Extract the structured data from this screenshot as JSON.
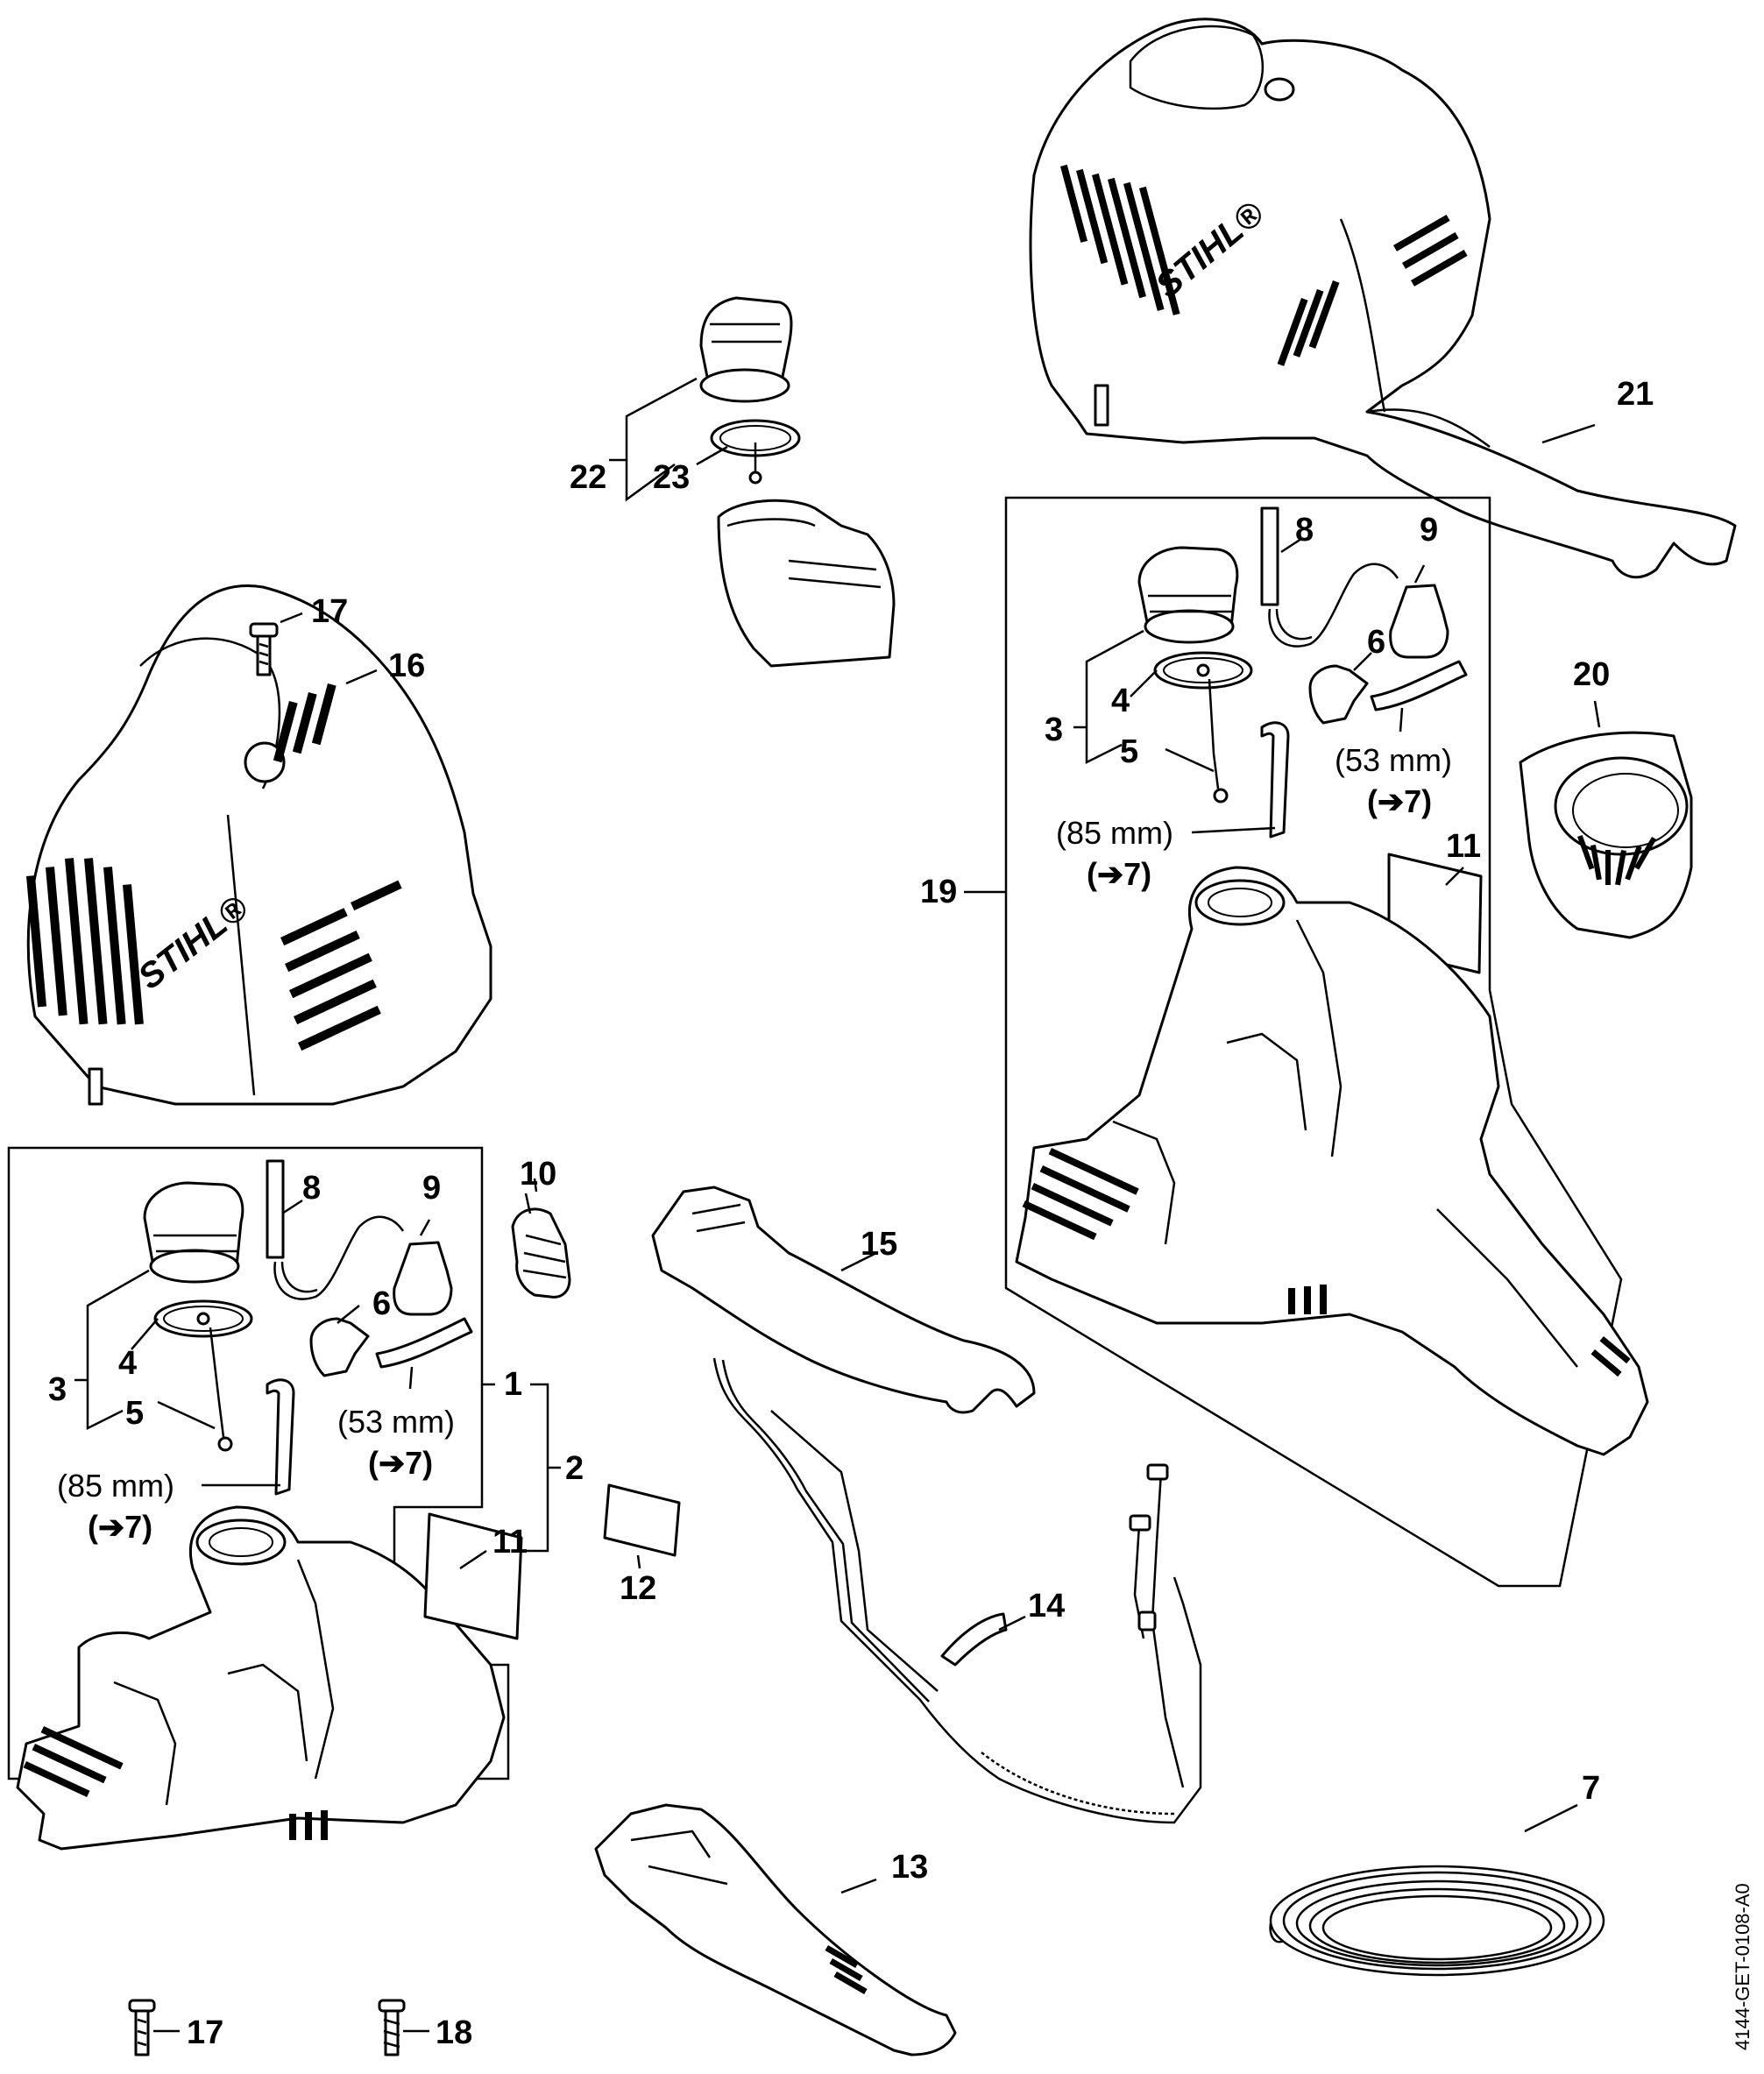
{
  "callouts": {
    "c1": "1",
    "c2": "2",
    "c3a": "3",
    "c3b": "3",
    "c4a": "4",
    "c4b": "4",
    "c5a": "5",
    "c5b": "5",
    "c6a": "6",
    "c6b": "6",
    "c7": "7",
    "c8a": "8",
    "c8b": "8",
    "c9a": "9",
    "c9b": "9",
    "c10": "10",
    "c11a": "11",
    "c11b": "11",
    "c12": "12",
    "c13": "13",
    "c14": "14",
    "c15": "15",
    "c16": "16",
    "c17a": "17",
    "c17b": "17",
    "c18": "18",
    "c19": "19",
    "c20": "20",
    "c21": "21",
    "c22": "22",
    "c23": "23"
  },
  "dimensions": {
    "d85a": "(85 mm)",
    "ref85a": "(➔7)",
    "d53a": "(53 mm)",
    "ref53a": "(➔7)",
    "d85b": "(85 mm)",
    "ref85b": "(➔7)",
    "d53b": "(53 mm)",
    "ref53b": "(➔7)"
  },
  "brand": {
    "logo_left": "STIHL®",
    "logo_top": "STIHL®"
  },
  "drawing_code": "4144-GET-0108-A0"
}
